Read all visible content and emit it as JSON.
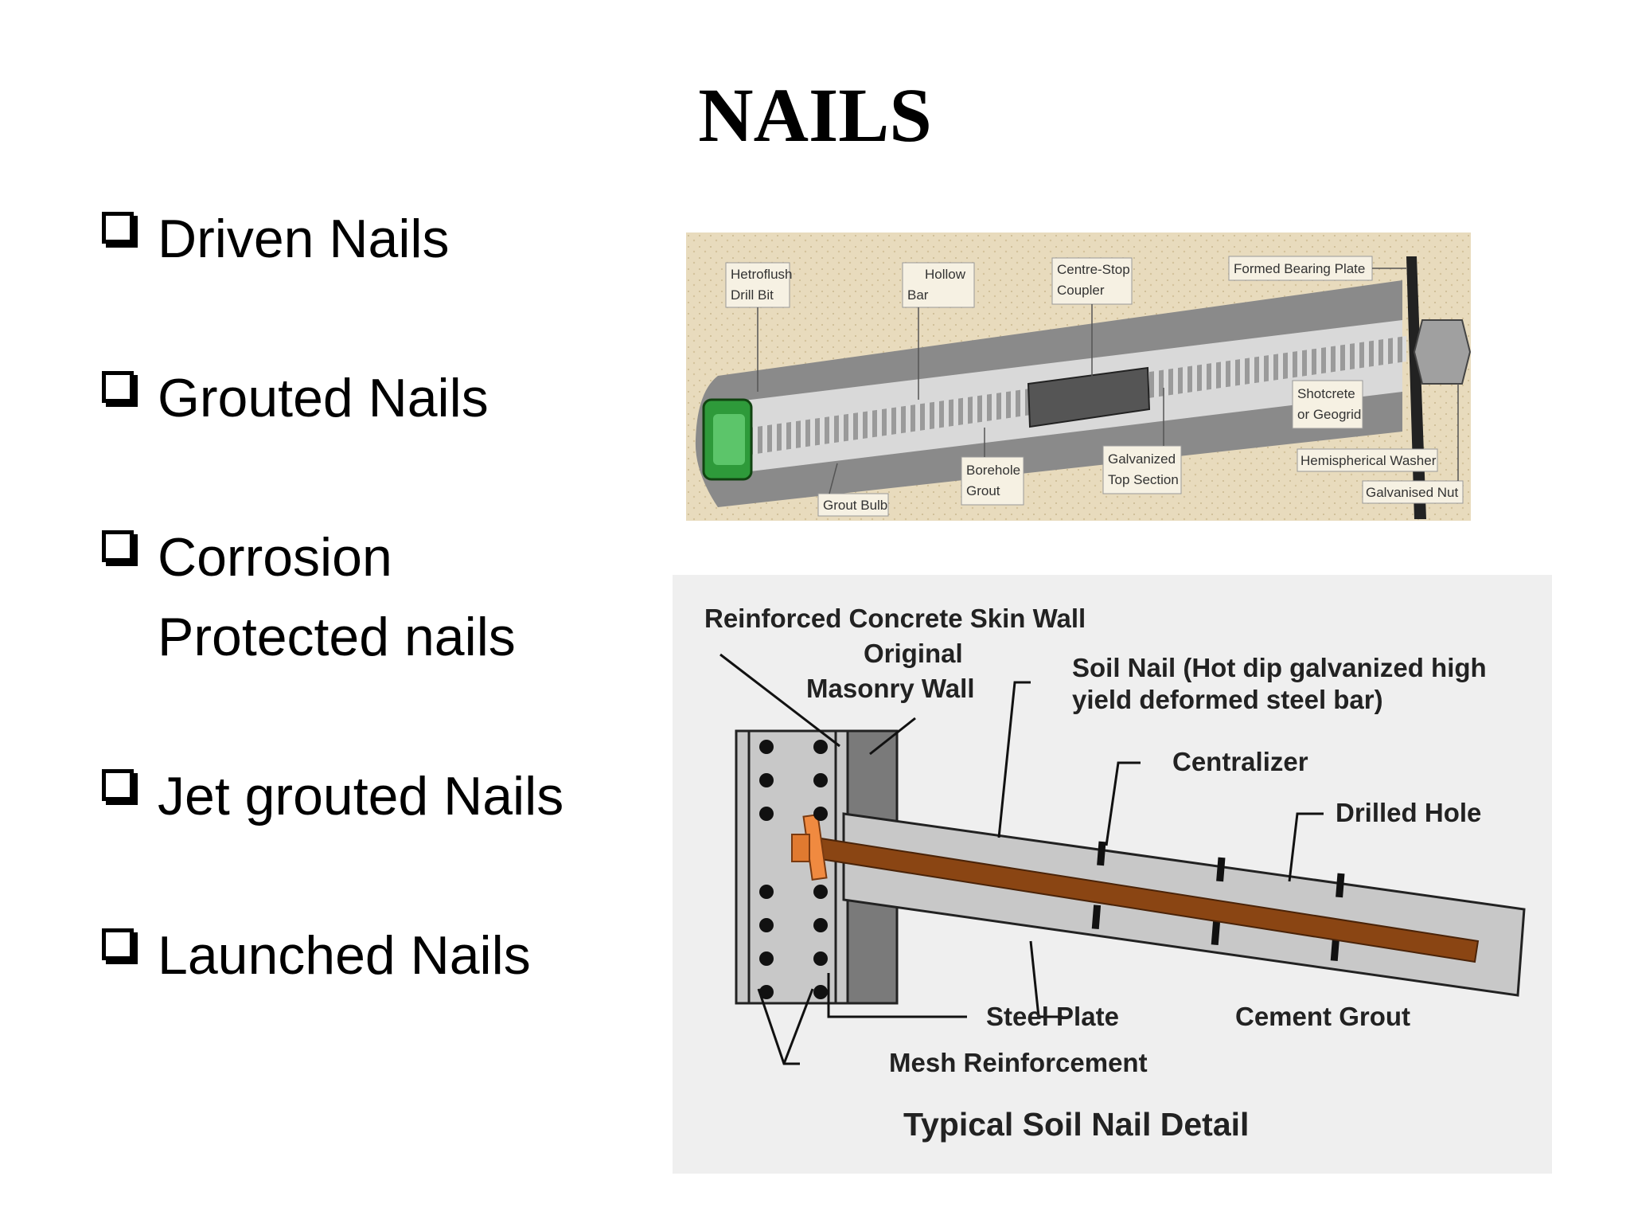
{
  "title": "NAILS",
  "bullets": [
    {
      "line1": "Driven Nails",
      "line2": ""
    },
    {
      "line1": "Grouted Nails",
      "line2": ""
    },
    {
      "line1": "Corrosion",
      "line2": "Protected nails"
    },
    {
      "line1": "Jet grouted Nails",
      "line2": ""
    },
    {
      "line1": "Launched Nails",
      "line2": ""
    }
  ],
  "figure1": {
    "labels": {
      "drill_bit_1": "Hetroflush",
      "drill_bit_2": "Drill Bit",
      "hollow_bar_1": "Hollow",
      "hollow_bar_2": "Bar",
      "coupler_1": "Centre-Stop",
      "coupler_2": "Coupler",
      "bearing_plate": "Formed Bearing Plate",
      "shotcrete_1": "Shotcrete",
      "shotcrete_2": "or Geogrid",
      "washer": "Hemispherical Washer",
      "nut": "Galvanised Nut",
      "galv_top_1": "Galvanized",
      "galv_top_2": "Top Section",
      "grout_1": "Borehole",
      "grout_2": "Grout",
      "grout_bulb": "Grout Bulb"
    }
  },
  "figure2": {
    "labels": {
      "skin_wall": "Reinforced Concrete Skin Wall",
      "masonry_1": "Original",
      "masonry_2": "Masonry Wall",
      "soil_nail_1": "Soil Nail (Hot dip galvanized high",
      "soil_nail_2": "yield deformed steel bar)",
      "centralizer": "Centralizer",
      "drilled_hole": "Drilled Hole",
      "steel_plate": "Steel Plate",
      "cement_grout": "Cement Grout",
      "mesh": "Mesh Reinforcement",
      "caption": "Typical Soil Nail Detail"
    }
  }
}
